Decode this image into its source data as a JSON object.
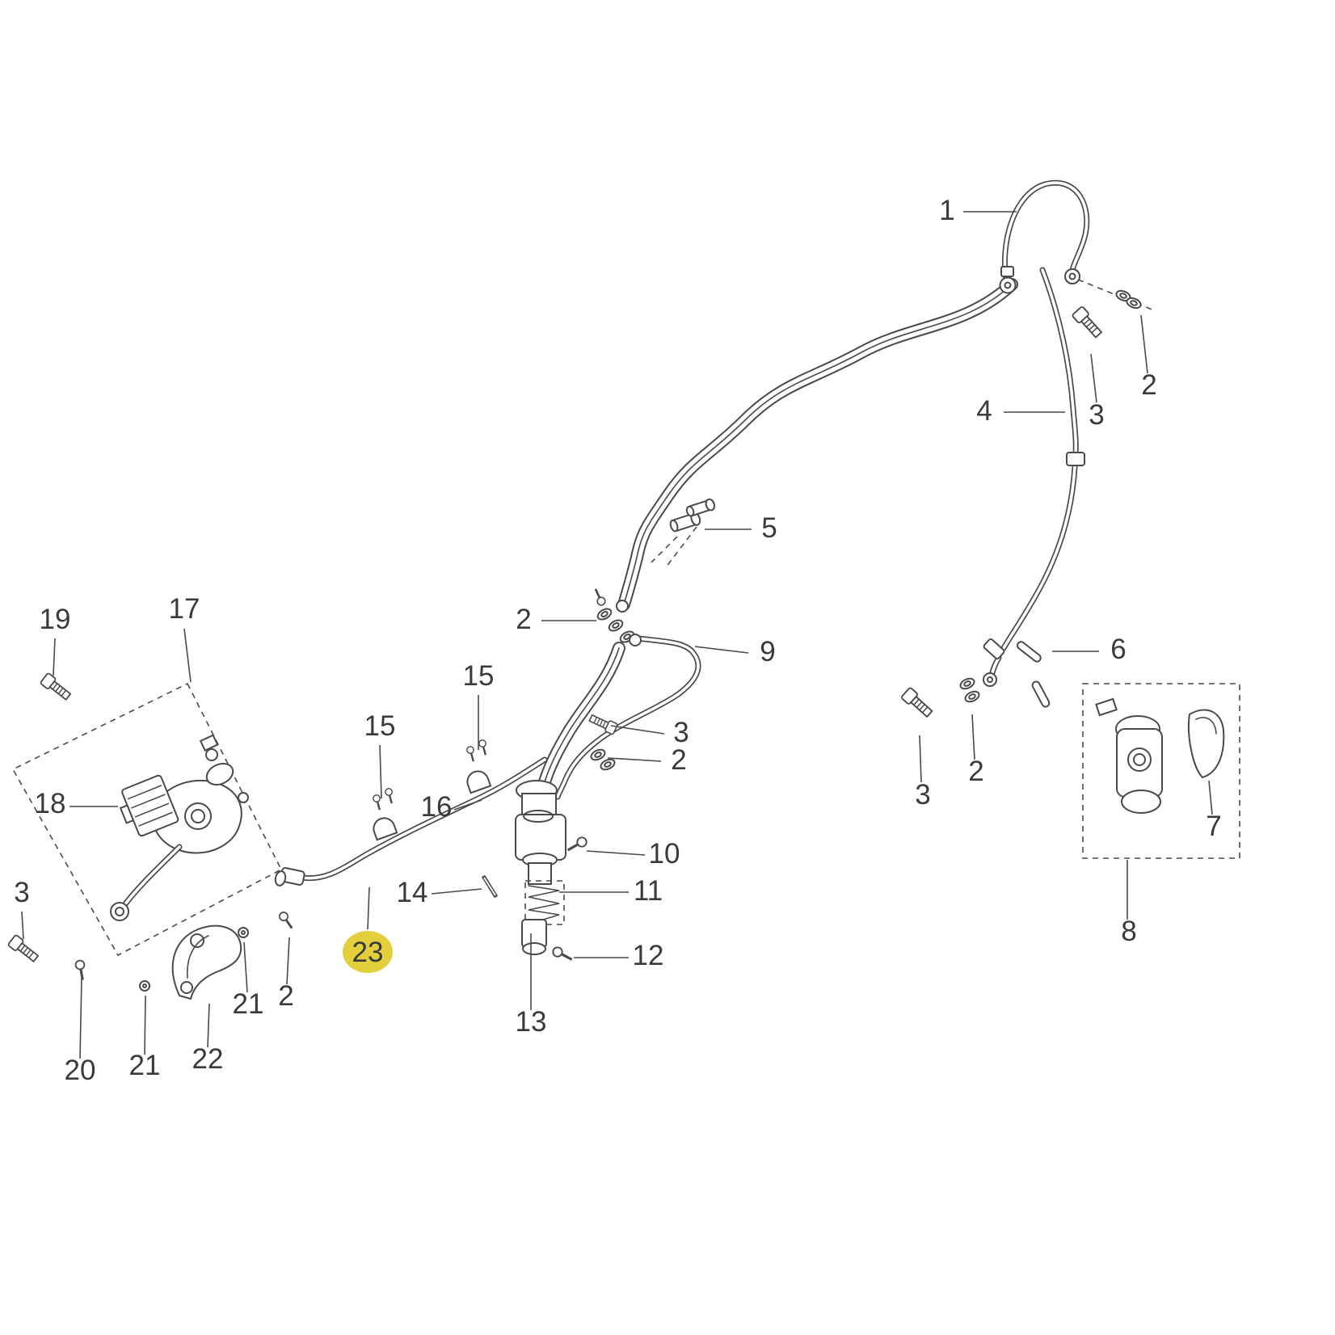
{
  "diagram": {
    "type": "exploded-parts-diagram",
    "colors": {
      "line": "#4a4a4a",
      "label": "#3a3a3a",
      "highlight": "#e2cf3b",
      "background": "#ffffff"
    },
    "highlighted_callout": "23",
    "callouts": [
      {
        "text": "1"
      },
      {
        "text": "2"
      },
      {
        "text": "3"
      },
      {
        "text": "4"
      },
      {
        "text": "5"
      },
      {
        "text": "2"
      },
      {
        "text": "9"
      },
      {
        "text": "6"
      },
      {
        "text": "19"
      },
      {
        "text": "17"
      },
      {
        "text": "15"
      },
      {
        "text": "15"
      },
      {
        "text": "3"
      },
      {
        "text": "2"
      },
      {
        "text": "16"
      },
      {
        "text": "18"
      },
      {
        "text": "10"
      },
      {
        "text": "2"
      },
      {
        "text": "3"
      },
      {
        "text": "7"
      },
      {
        "text": "11"
      },
      {
        "text": "14"
      },
      {
        "text": "3"
      },
      {
        "text": "8"
      },
      {
        "text": "12"
      },
      {
        "text": "23",
        "highlighted": true
      },
      {
        "text": "21"
      },
      {
        "text": "2"
      },
      {
        "text": "13"
      },
      {
        "text": "22"
      },
      {
        "text": "20"
      },
      {
        "text": "21"
      }
    ]
  }
}
